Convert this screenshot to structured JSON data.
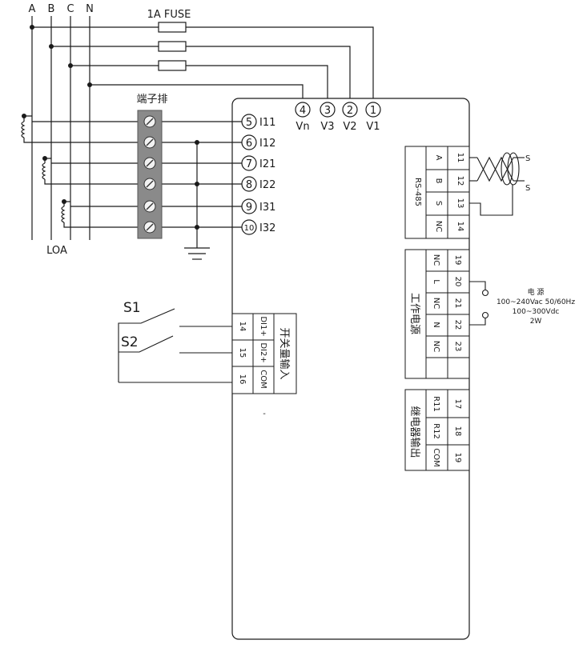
{
  "phases": [
    "A",
    "B",
    "C",
    "N"
  ],
  "fuse_label": "1A FUSE",
  "terminal_block_label": "端子排",
  "load_label": "LOA",
  "voltage_terminals": [
    {
      "num": "4",
      "label": "Vn"
    },
    {
      "num": "3",
      "label": "V3"
    },
    {
      "num": "2",
      "label": "V2"
    },
    {
      "num": "1",
      "label": "V1"
    }
  ],
  "current_terminals": [
    {
      "num": "5",
      "label": "I11"
    },
    {
      "num": "6",
      "label": "I12"
    },
    {
      "num": "7",
      "label": "I21"
    },
    {
      "num": "8",
      "label": "I22"
    },
    {
      "num": "9",
      "label": "I31"
    },
    {
      "num": "10",
      "label": "I32"
    }
  ],
  "rs485": {
    "title": "RS-485",
    "rows": [
      {
        "name": "A",
        "num": "11"
      },
      {
        "name": "B",
        "num": "12"
      },
      {
        "name": "S",
        "num": "13"
      },
      {
        "name": "NC",
        "num": "14"
      }
    ],
    "shield_label": "S"
  },
  "power": {
    "title": "工作电源",
    "rows": [
      {
        "name": "NC",
        "num": "19"
      },
      {
        "name": "L",
        "num": "20"
      },
      {
        "name": "NC",
        "num": "21"
      },
      {
        "name": "N",
        "num": "22"
      },
      {
        "name": "NC",
        "num": "23"
      }
    ],
    "spec_title": "电 源",
    "spec_lines": [
      "100~240Vac  50/60Hz",
      "100~300Vdc",
      "2W"
    ]
  },
  "relay": {
    "title": "继电器输出",
    "rows": [
      {
        "name": "R11",
        "num": "17"
      },
      {
        "name": "R12",
        "num": "18"
      },
      {
        "name": "COM",
        "num": "19"
      }
    ]
  },
  "digital_inputs": {
    "title": "开关量输入",
    "rows": [
      {
        "num": "14",
        "name": "DI1+"
      },
      {
        "num": "15",
        "name": "DI2+"
      },
      {
        "num": "16",
        "name": "COM"
      }
    ]
  },
  "switches": [
    "S1",
    "S2"
  ],
  "dash_mark": "-"
}
